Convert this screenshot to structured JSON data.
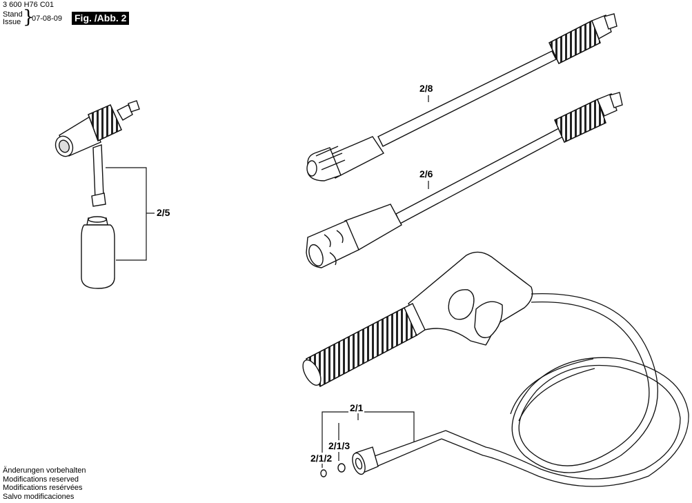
{
  "header": {
    "part_number": "3 600 H76 C01",
    "stand_label": "Stand",
    "issue_label": "Issue",
    "brace": "}",
    "date": "07-08-09",
    "figure_label": "Fig. /Abb. 2"
  },
  "footer": {
    "lines": [
      "Änderungen vorbehalten",
      "Modifications reserved",
      "Modifications resérvées",
      "Salvo modificaciones"
    ]
  },
  "callouts": {
    "c25": "2/5",
    "c28": "2/8",
    "c26": "2/6",
    "c21": "2/1",
    "c213": "2/1/3",
    "c212": "2/1/2"
  }
}
